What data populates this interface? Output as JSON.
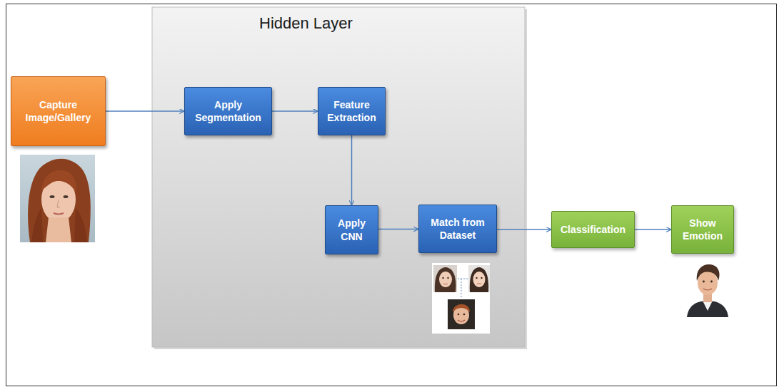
{
  "diagram": {
    "nodes": [
      {
        "text": [
          "Capture Image/Gallery"
        ]
      },
      {
        "text": [
          "Hidden Layer"
        ]
      },
      {
        "text": [
          "Apply Segmentation"
        ],
        "in": 1
      },
      {
        "text": [
          "Feature Extraction"
        ],
        "in": 1
      },
      {
        "text": [
          "Apply CNN"
        ],
        "in": 1
      },
      {
        "text": [
          "Match from Dataset"
        ],
        "in": 1
      },
      {
        "text": [
          "Classification"
        ]
      },
      {
        "text": [
          "Show Emotion"
        ]
      }
    ],
    "edges": [
      {
        "from": 0,
        "to": 2,
        "arrow": "to"
      },
      {
        "from": 2,
        "to": 3,
        "arrow": "to"
      },
      {
        "from": 3,
        "to": 4,
        "arrow": "to"
      },
      {
        "from": 4,
        "to": 5,
        "arrow": "to"
      },
      {
        "from": 5,
        "to": 6,
        "arrow": "to"
      },
      {
        "from": 6,
        "to": 7,
        "arrow": "to"
      }
    ]
  }
}
